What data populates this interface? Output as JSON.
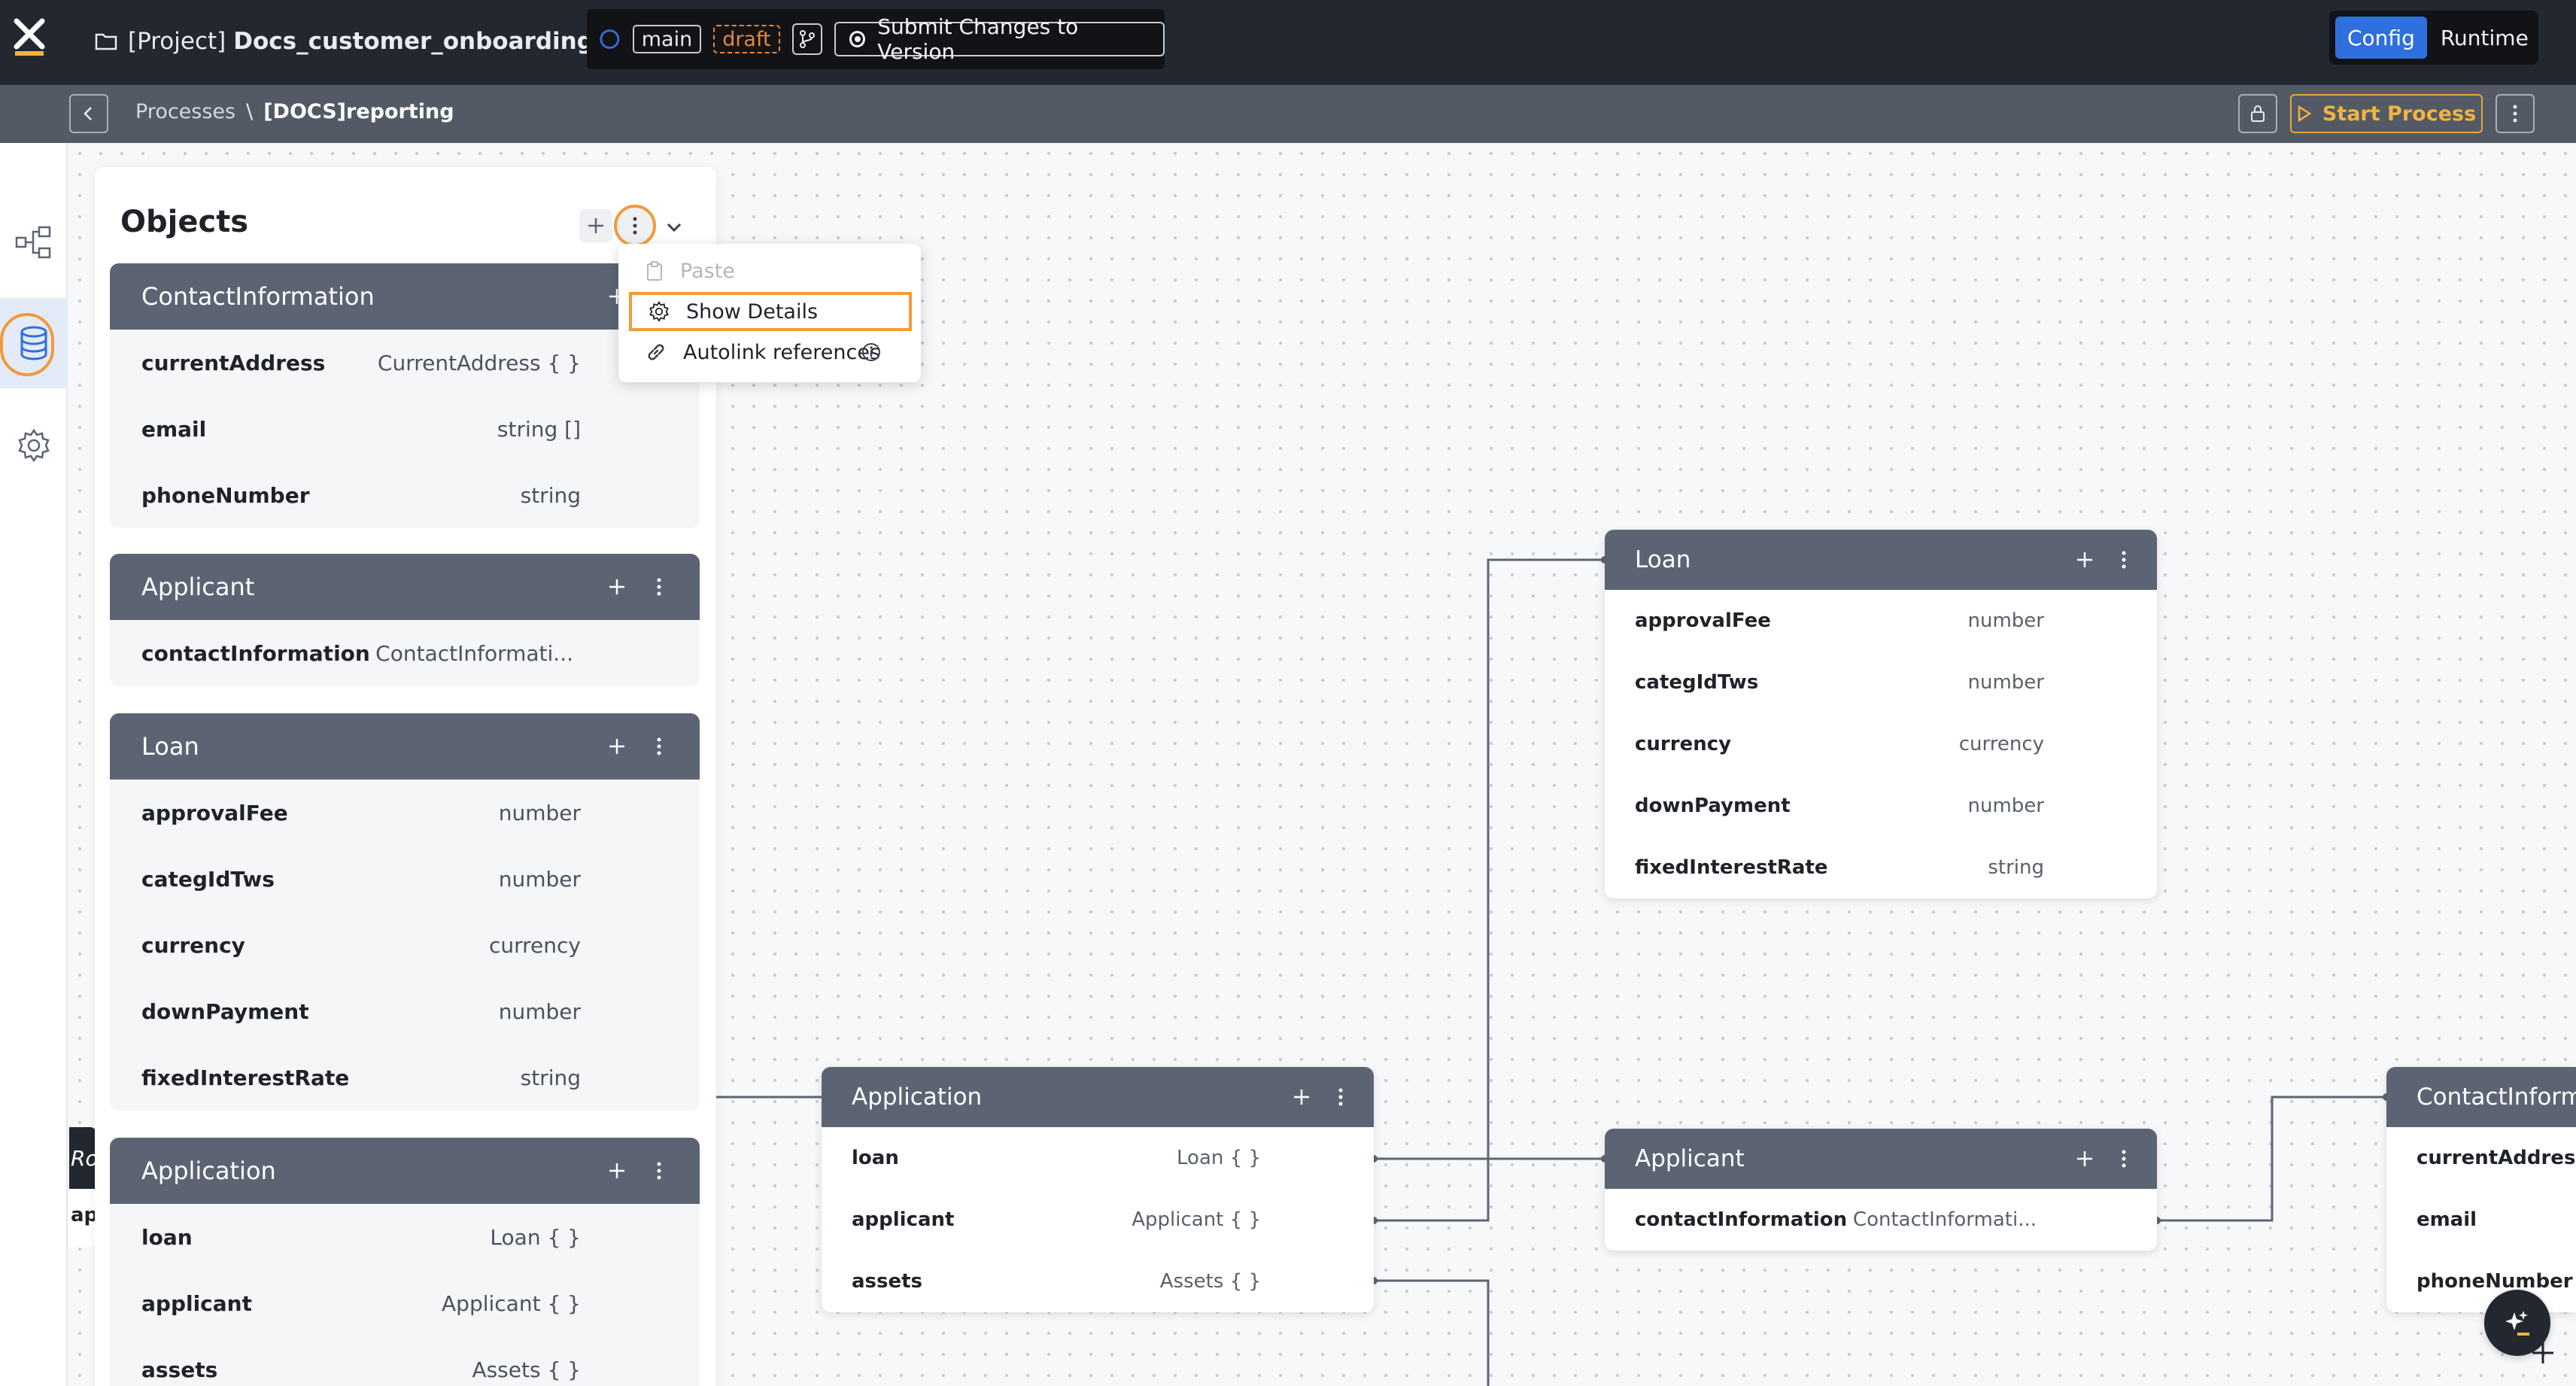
{
  "topbar": {
    "project_prefix": "[Project]",
    "project_name": "Docs_customer_onboarding",
    "branch": "main",
    "status": "draft",
    "submit_label": "Submit Changes to Version",
    "mode_config": "Config",
    "mode_runtime": "Runtime",
    "accent": "#2f6fde",
    "draft_color": "#e3893b"
  },
  "subbar": {
    "crumb_parent": "Processes",
    "crumb_separator": "\\",
    "crumb_current": "[DOCS]reporting",
    "start_label": "Start Process",
    "start_color": "#f2b33d"
  },
  "rail": {
    "items": [
      {
        "icon": "process-tree-icon"
      },
      {
        "icon": "database-icon",
        "active": true
      },
      {
        "icon": "gear-icon"
      }
    ],
    "highlight_color": "#f29a3b"
  },
  "panel": {
    "title": "Objects",
    "cards": [
      {
        "name": "ContactInformation",
        "fields": [
          {
            "name": "currentAddress",
            "type": "CurrentAddress { }"
          },
          {
            "name": "email",
            "type": "string []"
          },
          {
            "name": "phoneNumber",
            "type": "string"
          }
        ]
      },
      {
        "name": "Applicant",
        "fields": [
          {
            "name": "contactInformation",
            "type": "ContactInformati..."
          }
        ]
      },
      {
        "name": "Loan",
        "fields": [
          {
            "name": "approvalFee",
            "type": "number"
          },
          {
            "name": "categIdTws",
            "type": "number"
          },
          {
            "name": "currency",
            "type": "currency"
          },
          {
            "name": "downPayment",
            "type": "number"
          },
          {
            "name": "fixedInterestRate",
            "type": "string"
          }
        ]
      },
      {
        "name": "Application",
        "fields": [
          {
            "name": "loan",
            "type": "Loan { }"
          },
          {
            "name": "applicant",
            "type": "Applicant { }"
          },
          {
            "name": "assets",
            "type": "Assets { }"
          }
        ]
      }
    ]
  },
  "menu": {
    "items": [
      {
        "label": "Paste",
        "disabled": true
      },
      {
        "label": "Show Details",
        "highlighted": true
      },
      {
        "label": "Autolink references"
      }
    ]
  },
  "canvas": {
    "nodes": {
      "loan": {
        "name": "Loan",
        "fields": [
          {
            "name": "approvalFee",
            "type": "number"
          },
          {
            "name": "categIdTws",
            "type": "number"
          },
          {
            "name": "currency",
            "type": "currency"
          },
          {
            "name": "downPayment",
            "type": "number"
          },
          {
            "name": "fixedInterestRate",
            "type": "string"
          }
        ]
      },
      "application": {
        "name": "Application",
        "fields": [
          {
            "name": "loan",
            "type": "Loan { }"
          },
          {
            "name": "applicant",
            "type": "Applicant { }"
          },
          {
            "name": "assets",
            "type": "Assets { }"
          }
        ]
      },
      "applicant": {
        "name": "Applicant",
        "fields": [
          {
            "name": "contactInformation",
            "type": "ContactInformati..."
          }
        ]
      },
      "contact": {
        "name": "ContactInforma",
        "fields": [
          {
            "name": "currentAddress"
          },
          {
            "name": "email"
          },
          {
            "name": "phoneNumber"
          }
        ]
      },
      "partial": {
        "name": "Ro",
        "first_field": "ap"
      }
    }
  }
}
